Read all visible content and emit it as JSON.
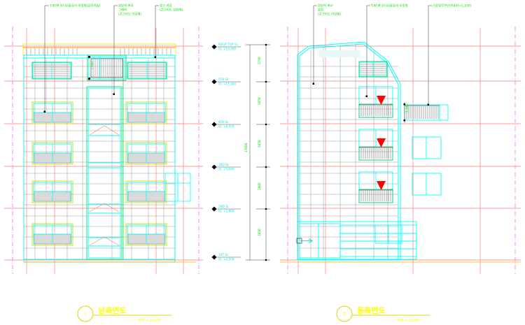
{
  "drawing": {
    "type": "architectural-elevation-cad",
    "background": "#ffffff",
    "sheet_w": 750,
    "sheet_h": 465
  },
  "colors": {
    "annotation_green": "#00e000",
    "level_cyan": "#00e8f0",
    "title_yellow": "#ffff00",
    "grid_pink": "#ff9a9a",
    "centerline_magenta": "#ff66ff",
    "outline_cyan": "#00ffff",
    "hatch_grey": "#808080",
    "marker_red": "#ff0000",
    "railing_grey": "#707070",
    "balcony_yellow": "#d8d800"
  },
  "views": [
    {
      "id": "view-1",
      "number": "1",
      "title": "남측면도",
      "scale_label": "축척 = 1/100",
      "annotations": [
        {
          "id": "a1",
          "lines": [
            "T-8CM 온디쉬롱유리 이중창(알루미늄)"
          ]
        },
        {
          "id": "a2",
          "lines": [
            "화강석 버너",
            "그래버",
            "(콘크리트 마감재)"
          ]
        },
        {
          "id": "a3",
          "lines": [
            "징크 마감",
            "(콘크리트 강화재)"
          ]
        }
      ]
    },
    {
      "id": "view-2",
      "number": "2",
      "title": "동측면도",
      "scale_label": "축척 = 1/100",
      "annotations": [
        {
          "id": "b1",
          "lines": [
            "화강석 버너",
            "슬럽",
            "(콘크리트 마감재)"
          ]
        },
        {
          "id": "b2",
          "lines": [
            "T-8CM 온디쉬롱유리 이중창"
          ]
        },
        {
          "id": "b3",
          "lines": [
            "기성알루민난간대(H=1,100)"
          ]
        }
      ]
    }
  ],
  "levels": [
    {
      "name": "ROOF TOP SL",
      "elev": "GL +13,600"
    },
    {
      "name": "5TH SL",
      "elev": "GL +11,300"
    },
    {
      "name": "4TH SL",
      "elev": "GL +8,450"
    },
    {
      "name": "3RD SL",
      "elev": "GL +5,600"
    },
    {
      "name": "2ND SL",
      "elev": "GL +2,800"
    },
    {
      "name": "1ST SL",
      "elev": "GL +0,000"
    }
  ],
  "dimensions": {
    "segments": [
      "2700",
      "2850",
      "2850",
      "2800",
      "2800"
    ],
    "overall": "13600"
  },
  "labels": {
    "sash_height": "1,200",
    "rail_height": "1,100"
  }
}
